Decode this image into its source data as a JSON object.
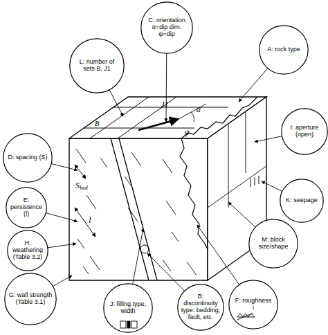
{
  "diagram": {
    "nodes": [
      {
        "text": [
          "C: orientation α=dip dirn. ψ=dip"
        ]
      },
      {
        "text": [
          "A: rock type"
        ]
      },
      {
        "text": [
          "L: number of sets B, J1"
        ]
      },
      {
        "text": [
          "D: spacing (S)"
        ]
      },
      {
        "text": [
          "I: aperture (open)"
        ]
      },
      {
        "text": [
          "E: persistence (l)"
        ]
      },
      {
        "text": [
          "K: seepage"
        ]
      },
      {
        "text": [
          "H: weathering (Table 3.2)"
        ]
      },
      {
        "text": [
          "M: block size/shape"
        ]
      },
      {
        "text": [
          "G: wall strength (Table 3.1)"
        ]
      },
      {
        "text": [
          "J: filling type, width"
        ]
      },
      {
        "text": [
          "B: discontinuity type: bedding, fault, etc."
        ]
      },
      {
        "text": [
          "F: roughness",
          "i"
        ]
      }
    ],
    "labels": [
      "B",
      "J1",
      "α",
      "ψ",
      "S",
      "bed",
      "l"
    ]
  }
}
